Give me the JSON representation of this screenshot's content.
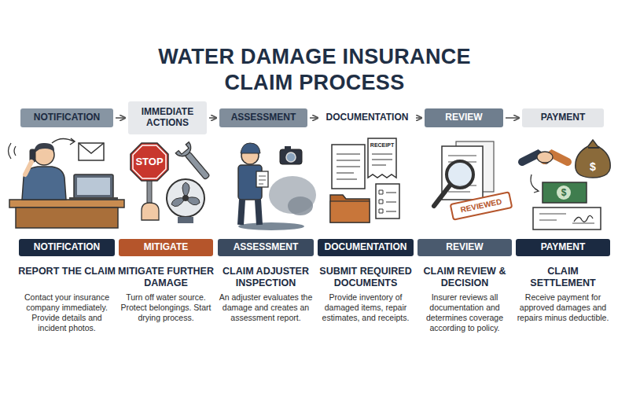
{
  "diagram": {
    "title": "WATER DAMAGE INSURANCE CLAIM PROCESS",
    "nodes": [
      {
        "text": [
          "NOTIFICATION"
        ]
      },
      {
        "text": [
          "IMMEDIATE ACTIONS"
        ]
      },
      {
        "text": [
          "ASSESSMENT"
        ]
      },
      {
        "text": [
          "DOCUMENTATION"
        ]
      },
      {
        "text": [
          "REVIEW"
        ]
      },
      {
        "text": [
          "PAYMENT"
        ]
      },
      {
        "text": [
          "NOTIFICATION"
        ]
      },
      {
        "text": [
          "MITIGATE"
        ]
      },
      {
        "text": [
          "ASSESSMENT"
        ]
      },
      {
        "text": [
          "DOCUMENTATION"
        ]
      },
      {
        "text": [
          "REVIEW"
        ]
      },
      {
        "text": [
          "PAYMENT"
        ]
      }
    ],
    "edges": [
      {
        "from": 0,
        "to": 1,
        "arrow": "to"
      },
      {
        "from": 1,
        "to": 2,
        "arrow": "to"
      },
      {
        "from": 2,
        "to": 3,
        "arrow": "to"
      },
      {
        "from": 3,
        "to": 4,
        "arrow": "to"
      },
      {
        "from": 4,
        "to": 5,
        "arrow": "to"
      }
    ],
    "labels": [
      "REPORT THE CLAIM",
      "Contact your insurance company immediately. Provide details and incident photos.",
      "MITIGATE FURTHER DAMAGE",
      "Turn off water source. Protect belongings. Start drying process.",
      "CLAIM ADJUSTER INSPECTION",
      "An adjuster evaluates the damage and creates an assessment report.",
      "SUBMIT REQUIRED DOCUMENTS",
      "Provide inventory of damaged items, repair estimates, and receipts.",
      "CLAIM REVIEW & DECISION",
      "Insurer reviews all documentation and determines coverage according to policy.",
      "CLAIM SETTLEMENT",
      "Receive payment for approved damages and repairs minus deductible.",
      "STOP",
      "RECEIPT",
      "REVIEWED",
      "$",
      "$"
    ]
  }
}
